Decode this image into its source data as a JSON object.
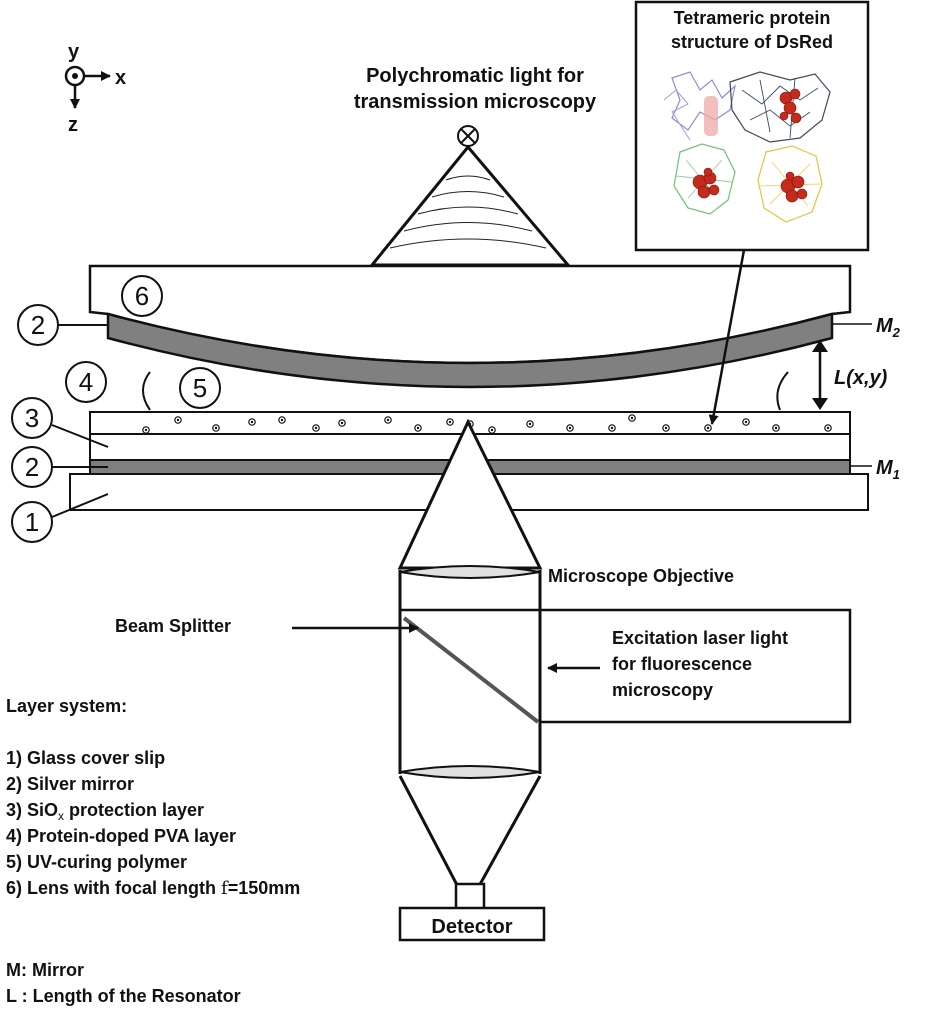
{
  "axes": {
    "x": "x",
    "y": "y",
    "z": "z"
  },
  "labels": {
    "light_line1": "Polychromatic light for",
    "light_line2": "transmission microscopy",
    "inset_line1": "Tetrameric protein",
    "inset_line2": "structure of DsRed",
    "m_letter": "M",
    "m2_sub": "2",
    "m1_sub": "1",
    "length": "L(x,y)",
    "objective": "Microscope Objective",
    "beam_splitter": "Beam Splitter",
    "excitation_line1": "Excitation laser light",
    "excitation_line2": "for fluorescence",
    "excitation_line3": "microscopy",
    "detector": "Detector"
  },
  "markers": {
    "m1": "1",
    "m2": "2",
    "m3": "3",
    "m4": "4",
    "m5": "5",
    "m6": "6"
  },
  "legend": {
    "title": "Layer system:",
    "items": [
      "1) Glass cover slip",
      "2) Silver mirror",
      "3) SiOx protection layer",
      "4) Protein-doped PVA layer",
      "5) UV-curing polymer",
      "6) Lens with focal length f=150mm"
    ],
    "siox_prefix": "3) SiO",
    "siox_sub": "x",
    "siox_suffix": " protection layer",
    "lens_prefix": "6) Lens with focal length ",
    "lens_f": "f",
    "lens_suffix": "=150mm",
    "mirror": "M: Mirror",
    "length": "L : Length of the Resonator"
  }
}
